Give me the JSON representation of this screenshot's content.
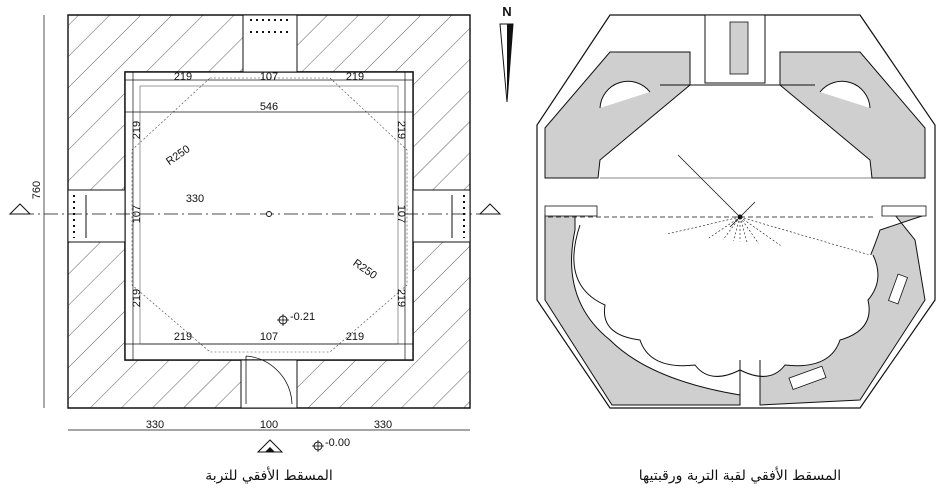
{
  "left_plan": {
    "caption": "المسقط الأفقي للتربة",
    "dims": {
      "top_left": "219",
      "top_mid": "107",
      "top_right": "219",
      "inner_width": "546",
      "radius_top": "R250",
      "radius_bottom": "R250",
      "span_330": "330",
      "left_219_top": "219",
      "left_107": "107",
      "left_219_bottom": "219",
      "right_219_top": "219",
      "right_107": "107",
      "right_219_bottom": "219",
      "bottom_left": "219",
      "bottom_mid": "107",
      "bottom_right": "219",
      "level_inner": "-0.21",
      "overall_height": "760",
      "base_left": "330",
      "base_mid": "100",
      "base_right": "330",
      "level_ground": "-0.00"
    }
  },
  "north_label": "N",
  "right_plan": {
    "caption": "المسقط الأفقي لقبة التربة ورقبتيها"
  }
}
